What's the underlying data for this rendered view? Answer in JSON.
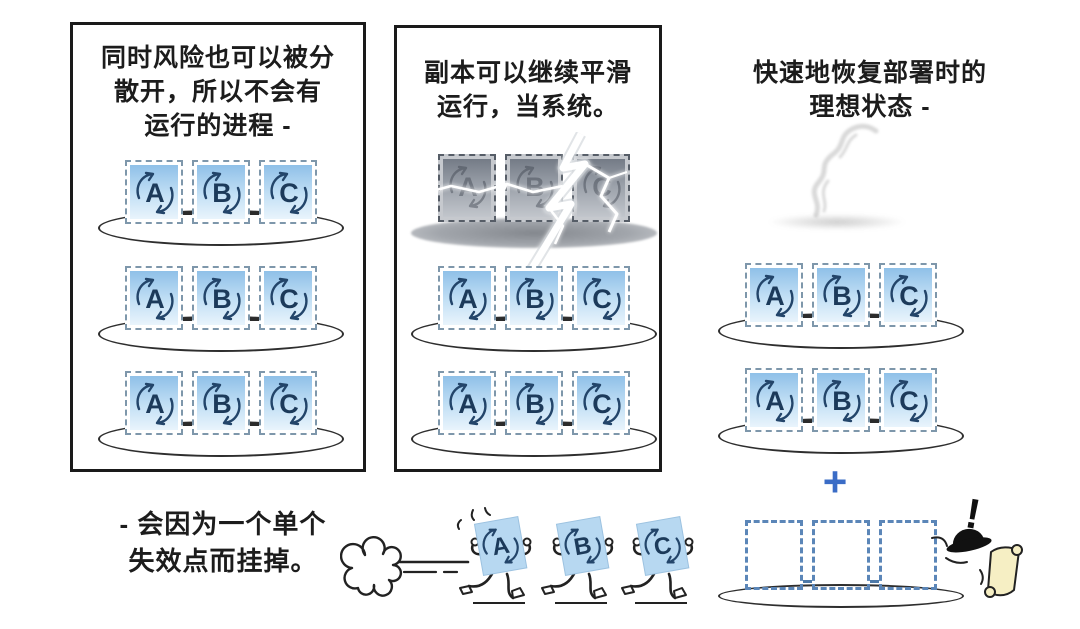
{
  "panels": {
    "left": {
      "caption_lines": [
        "同时风险也可以被分",
        "散开，所以不会有",
        "运行的进程 -"
      ]
    },
    "middle": {
      "caption_lines": [
        "副本可以继续平滑",
        "运行，当系统。"
      ]
    },
    "right": {
      "caption_lines": [
        "快速地恢复部署时的",
        "理想状态 -"
      ],
      "plus_sign": "+"
    }
  },
  "footer": {
    "caption_lines": [
      "- 会因为一个单个",
      "失效点而挂掉。"
    ]
  },
  "nodes": {
    "letters": [
      "A",
      "B",
      "C"
    ]
  },
  "observer": {
    "exclamation": "!"
  },
  "icons": {
    "cycle": "circular-arrows",
    "lightning": "lightning-bolt",
    "smoke": "smoke-wisp",
    "dust": "dust-cloud",
    "hat": "bowler-hat",
    "scroll": "paper-scroll"
  },
  "colors": {
    "panel_border": "#1a1a1a",
    "pod_fill_top": "#8fc0e8",
    "pod_fill_bottom": "#e9f4fc",
    "pod_dashed_border": "#7e97ab",
    "empty_slot_border": "#5b86b8",
    "letter_ink": "#1c3a5a",
    "plus_blue": "#3a6cc6",
    "struck_gray": "#9aa0a9",
    "lightning_white": "#ffffff",
    "scroll_cream": "#f6efc4",
    "hat_black": "#111111"
  }
}
